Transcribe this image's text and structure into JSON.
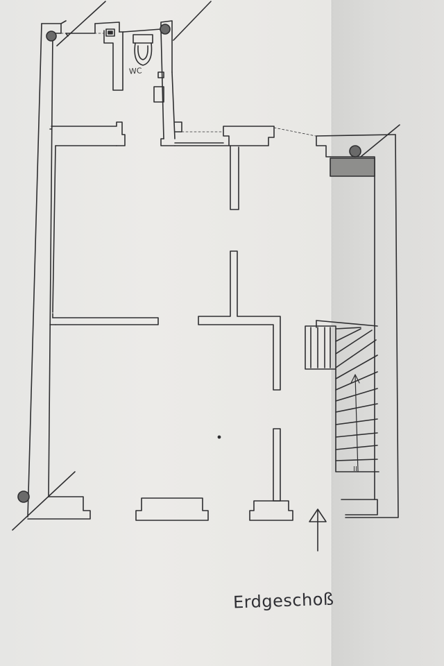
{
  "plan": {
    "title": "Erdgeschoß",
    "wc_label": "WC",
    "stair_label": "II"
  },
  "colors": {
    "ink": "#2e2e30",
    "paper_light": "#ebeae7",
    "paper_shadow": "#d6d6d4"
  },
  "icons": {
    "north_arrow": "up-arrow-icon",
    "downpipe": "circle-icon",
    "toilet": "toilet-icon"
  }
}
